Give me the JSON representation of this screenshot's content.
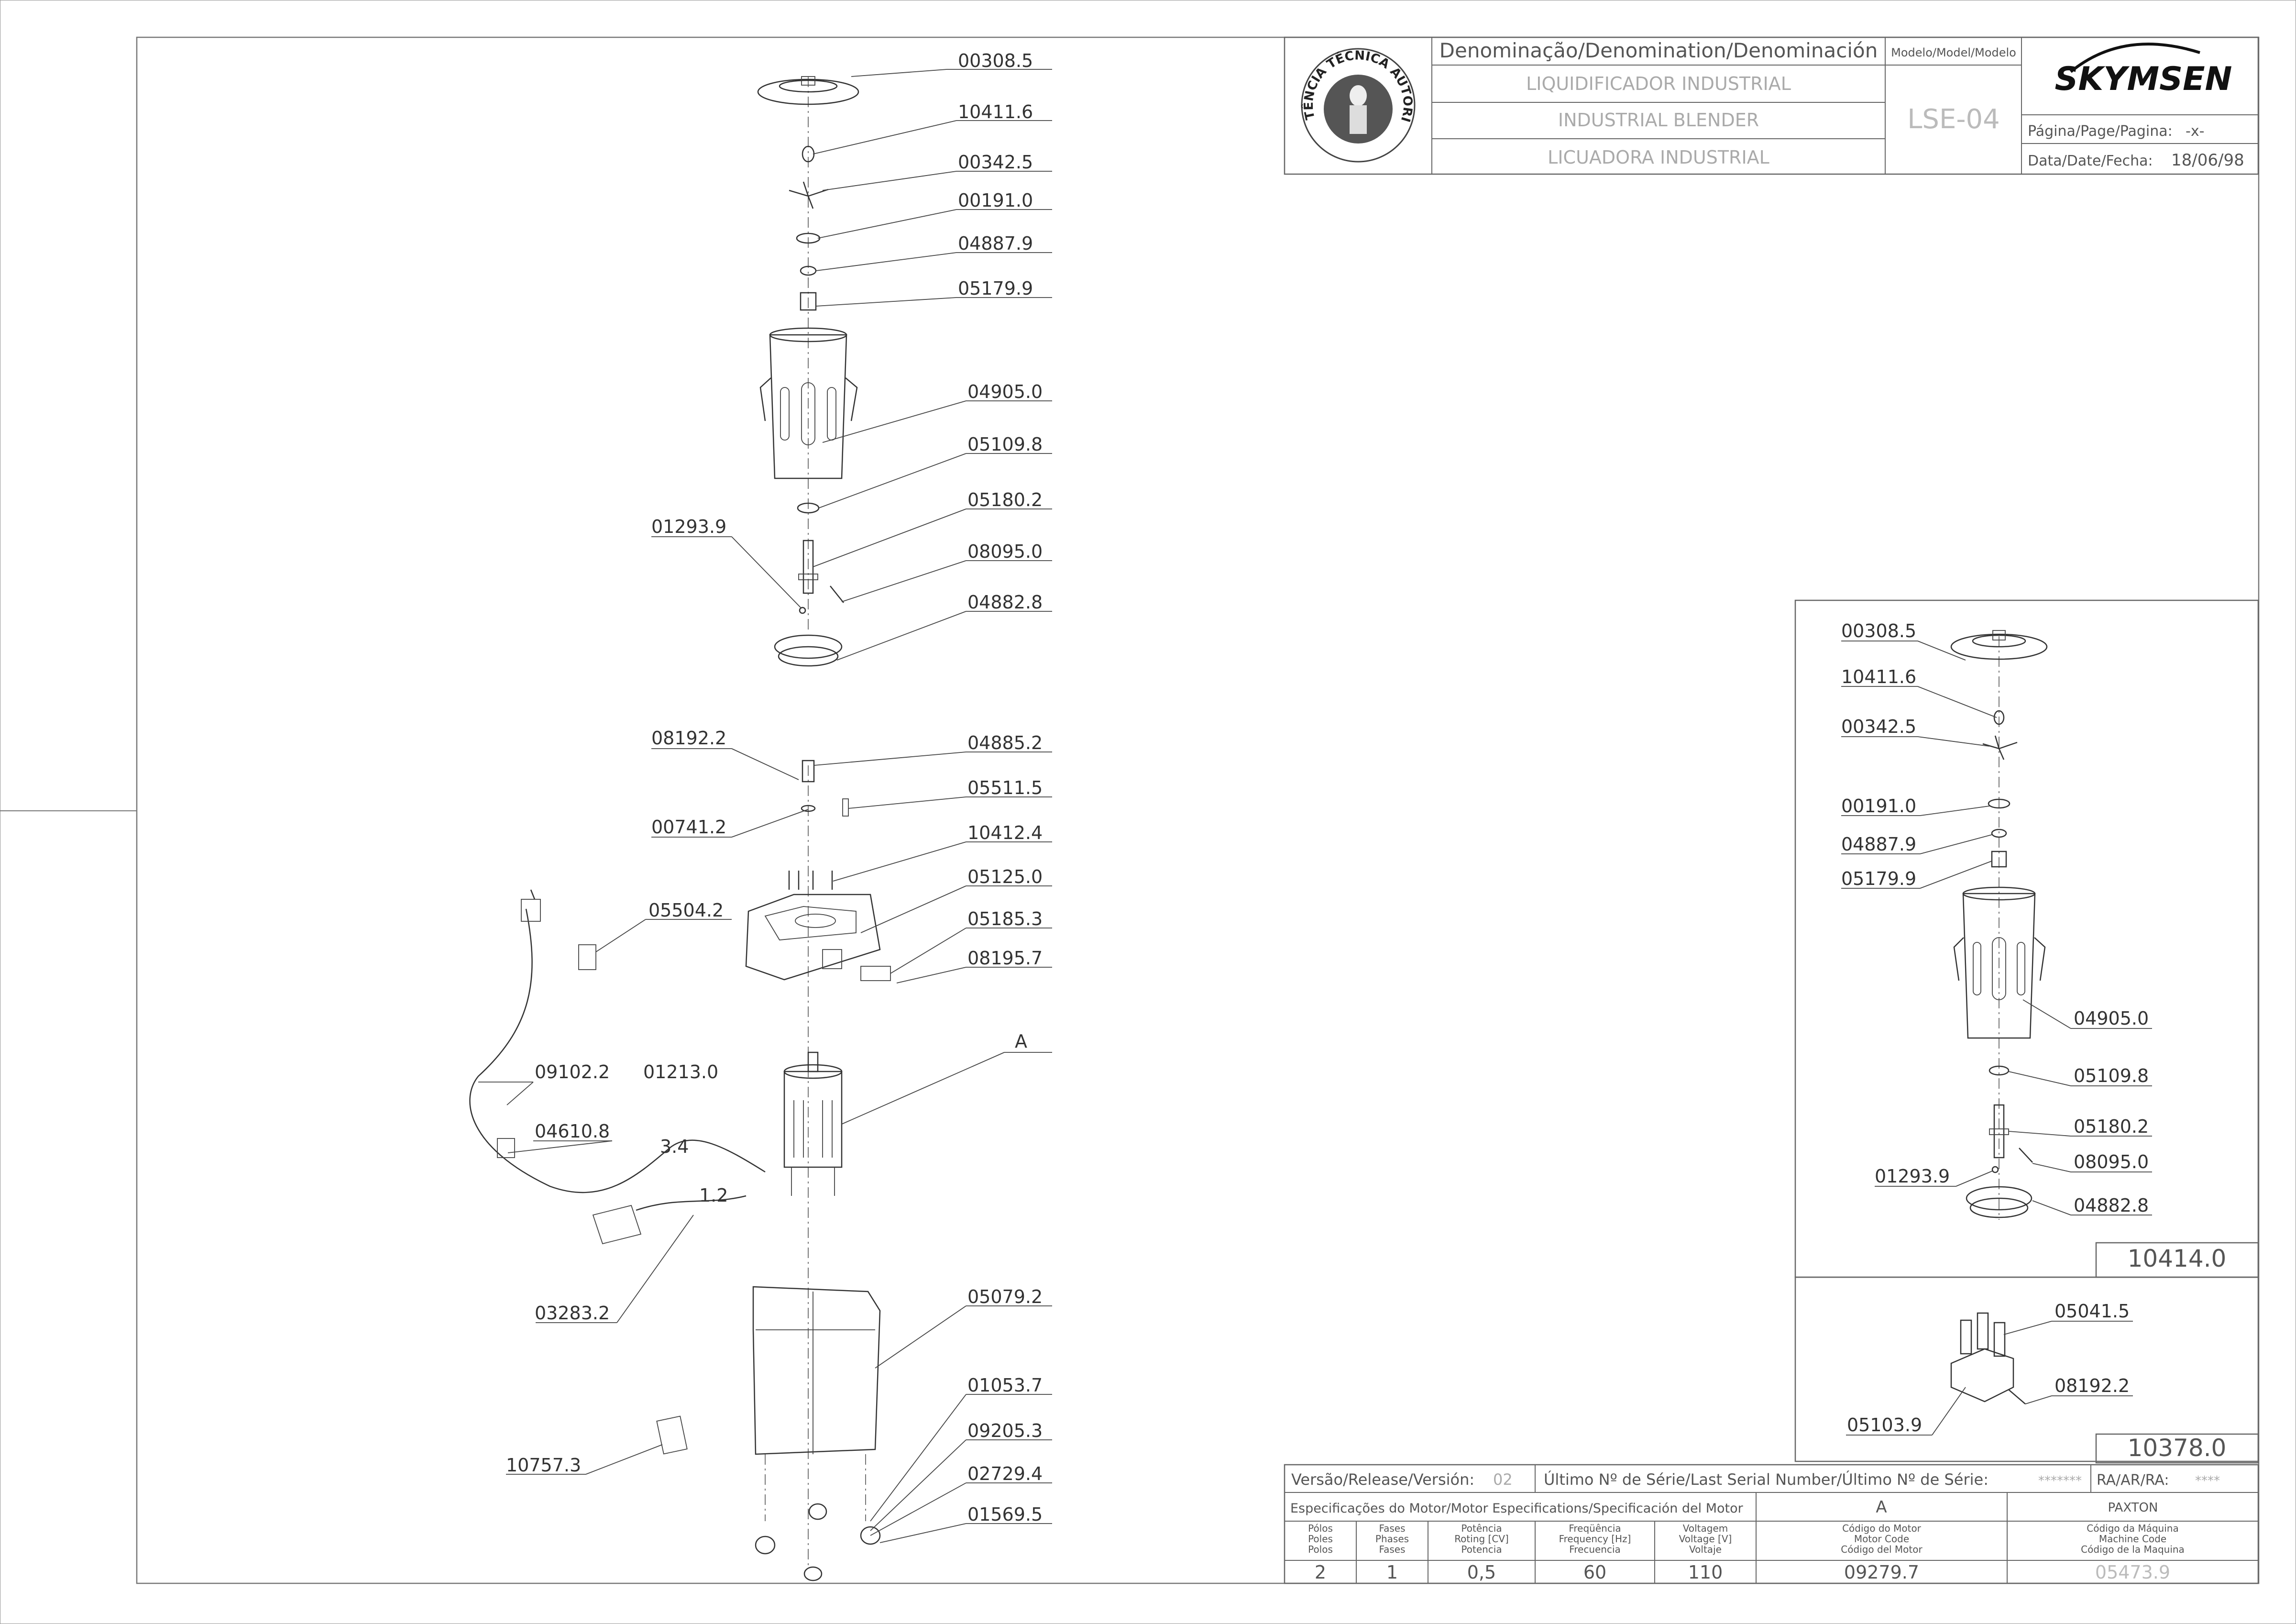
{
  "title_block": {
    "denomination_header": "Denominação/Denomination/Denominación",
    "model_header": "Modelo/Model/Modelo",
    "name_pt": "LIQUIDIFICADOR INDUSTRIAL",
    "name_en": "INDUSTRIAL BLENDER",
    "name_es": "LICUADORA INDUSTRIAL",
    "model": "LSE-04",
    "brand": "SKYMSEN",
    "page_label": "Página/Page/Pagina:",
    "page_value": "-x-",
    "date_label": "Data/Date/Fecha:",
    "date_value": "18/06/98",
    "seal_text": "ASSISTÊNCIA TÉCNICA AUTORIZADA"
  },
  "main_callouts": [
    "00308.5",
    "10411.6",
    "00342.5",
    "00191.0",
    "04887.9",
    "05179.9",
    "04905.0",
    "05109.8",
    "01293.9",
    "05180.2",
    "08095.0",
    "04882.8",
    "08192.2",
    "04885.2",
    "05511.5",
    "00741.2",
    "10412.4",
    "05125.0",
    "05504.2",
    "05185.3",
    "08195.7",
    "A",
    "09102.2",
    "01213.0",
    "04610.8",
    "3.4",
    "1.2",
    "03283.2",
    "05079.2",
    "01053.7",
    "09205.3",
    "10757.3",
    "02729.4",
    "01569.5"
  ],
  "kit1": {
    "callouts": [
      "00308.5",
      "10411.6",
      "00342.5",
      "00191.0",
      "04887.9",
      "05179.9",
      "04905.0",
      "05109.8",
      "05180.2",
      "01293.9",
      "08095.0",
      "04882.8"
    ],
    "code": "10414.0"
  },
  "kit2": {
    "callouts": [
      "05041.5",
      "08192.2",
      "05103.9"
    ],
    "code": "10378.0"
  },
  "release": {
    "version_label": "Versão/Release/Versión:",
    "version_value": "02",
    "serial_label": "Último Nº de Série/Last Serial Number/Último Nº de Série:",
    "serial_value": "*******",
    "ra_label": "RA/AR/RA:",
    "ra_value": "****"
  },
  "motor_spec": {
    "header": "Especificações do Motor/Motor Especifications/Specificación del Motor",
    "letter": "A",
    "maker": "PAXTON",
    "columns": [
      {
        "label": [
          "Pólos",
          "Poles",
          "Polos"
        ],
        "value": "2"
      },
      {
        "label": [
          "Fases",
          "Phases",
          "Fases"
        ],
        "value": "1"
      },
      {
        "label": [
          "Potência",
          "Roting [CV]",
          "Potencia"
        ],
        "value": "0,5"
      },
      {
        "label": [
          "Freqüência",
          "Frequency [Hz]",
          "Frecuencia"
        ],
        "value": "60"
      },
      {
        "label": [
          "Voltagem",
          "Voltage [V]",
          "Voltaje"
        ],
        "value": "110"
      },
      {
        "label": [
          "Código do Motor",
          "Motor Code",
          "Código del Motor"
        ],
        "value": "09279.7"
      },
      {
        "label": [
          "Código da Máquina",
          "Machine Code",
          "Código de la Maquina"
        ],
        "value": "05473.9"
      }
    ]
  }
}
